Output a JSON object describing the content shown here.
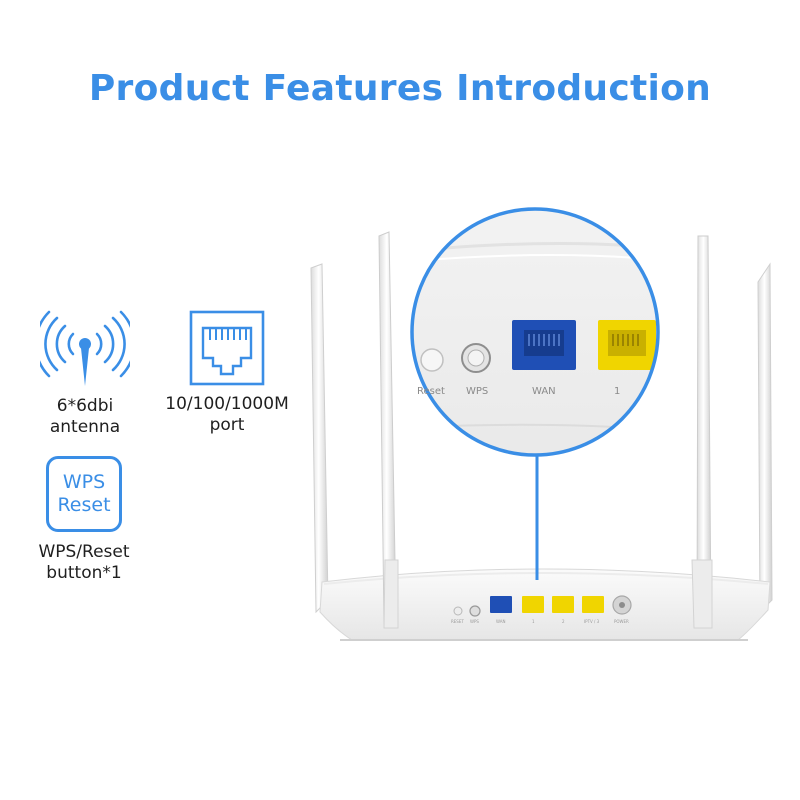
{
  "header": {
    "title": "Product Features Introduction"
  },
  "colors": {
    "accent": "#3a8ee6",
    "wan_port": "#1f4fb5",
    "lan_port": "#f0d500"
  },
  "features": [
    {
      "icon": "antenna-signal-icon",
      "label": "6*6dbi\nantenna"
    },
    {
      "icon": "ethernet-port-icon",
      "label": "10/100/1000M\nport"
    },
    {
      "icon": "wps-reset-icon",
      "badge_line1": "WPS",
      "badge_line2": "Reset",
      "label": "WPS/Reset\nbutton*1"
    }
  ],
  "zoom_labels": {
    "reset": "Reset",
    "wps": "WPS",
    "wan": "WAN",
    "lan1": "1"
  },
  "rear_panel_labels": {
    "reset": "RESET",
    "wps": "WPS",
    "wan": "WAN",
    "lan1": "1",
    "lan2": "2",
    "lan3": "IPTV / 3",
    "power": "POWER"
  }
}
